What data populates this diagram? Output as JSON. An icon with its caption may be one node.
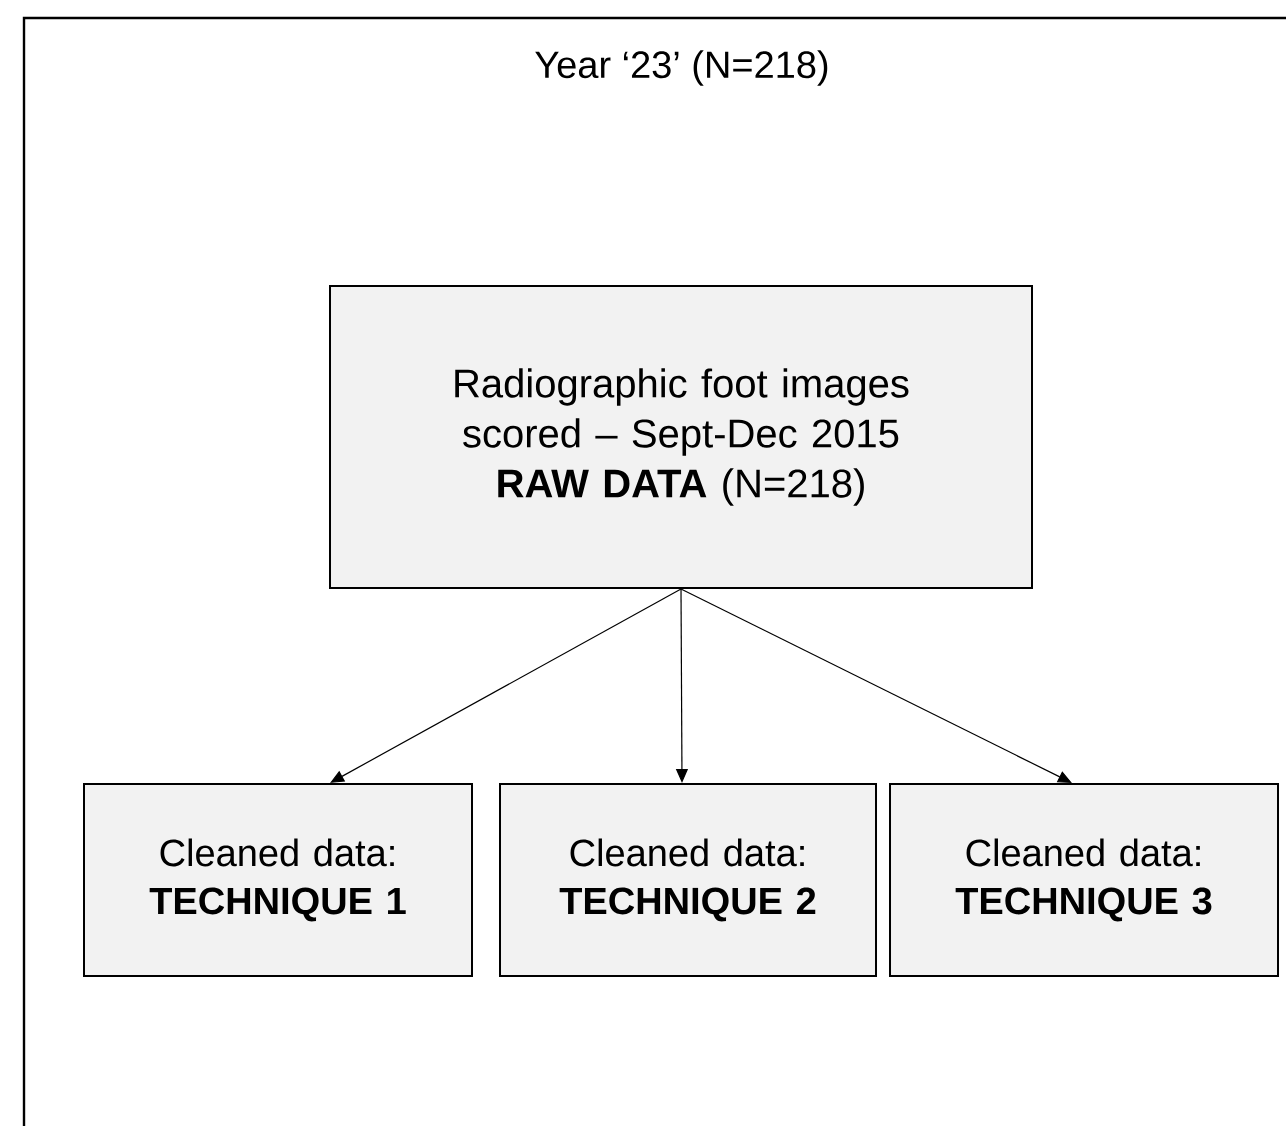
{
  "diagram": {
    "nodes": [
      {
        "text": [
          "Year ‘23’ (N=218)"
        ]
      },
      {
        "text": [
          "Radiographic foot images scored – Sept-Dec 2015 **RAW DATA** (N=218)"
        ],
        "in": 0
      },
      {
        "text": [
          "Cleaned data: **TECHNIQUE 1**"
        ],
        "in": 0
      },
      {
        "text": [
          "Cleaned data: **TECHNIQUE 2**"
        ],
        "in": 0
      },
      {
        "text": [
          "Cleaned data: **TECHNIQUE 3**"
        ],
        "in": 0
      }
    ],
    "edges": [
      {
        "from": 1,
        "to": 2,
        "arrow": "to"
      },
      {
        "from": 1,
        "to": 3,
        "arrow": "to"
      },
      {
        "from": 1,
        "to": 4,
        "arrow": "to"
      }
    ]
  }
}
